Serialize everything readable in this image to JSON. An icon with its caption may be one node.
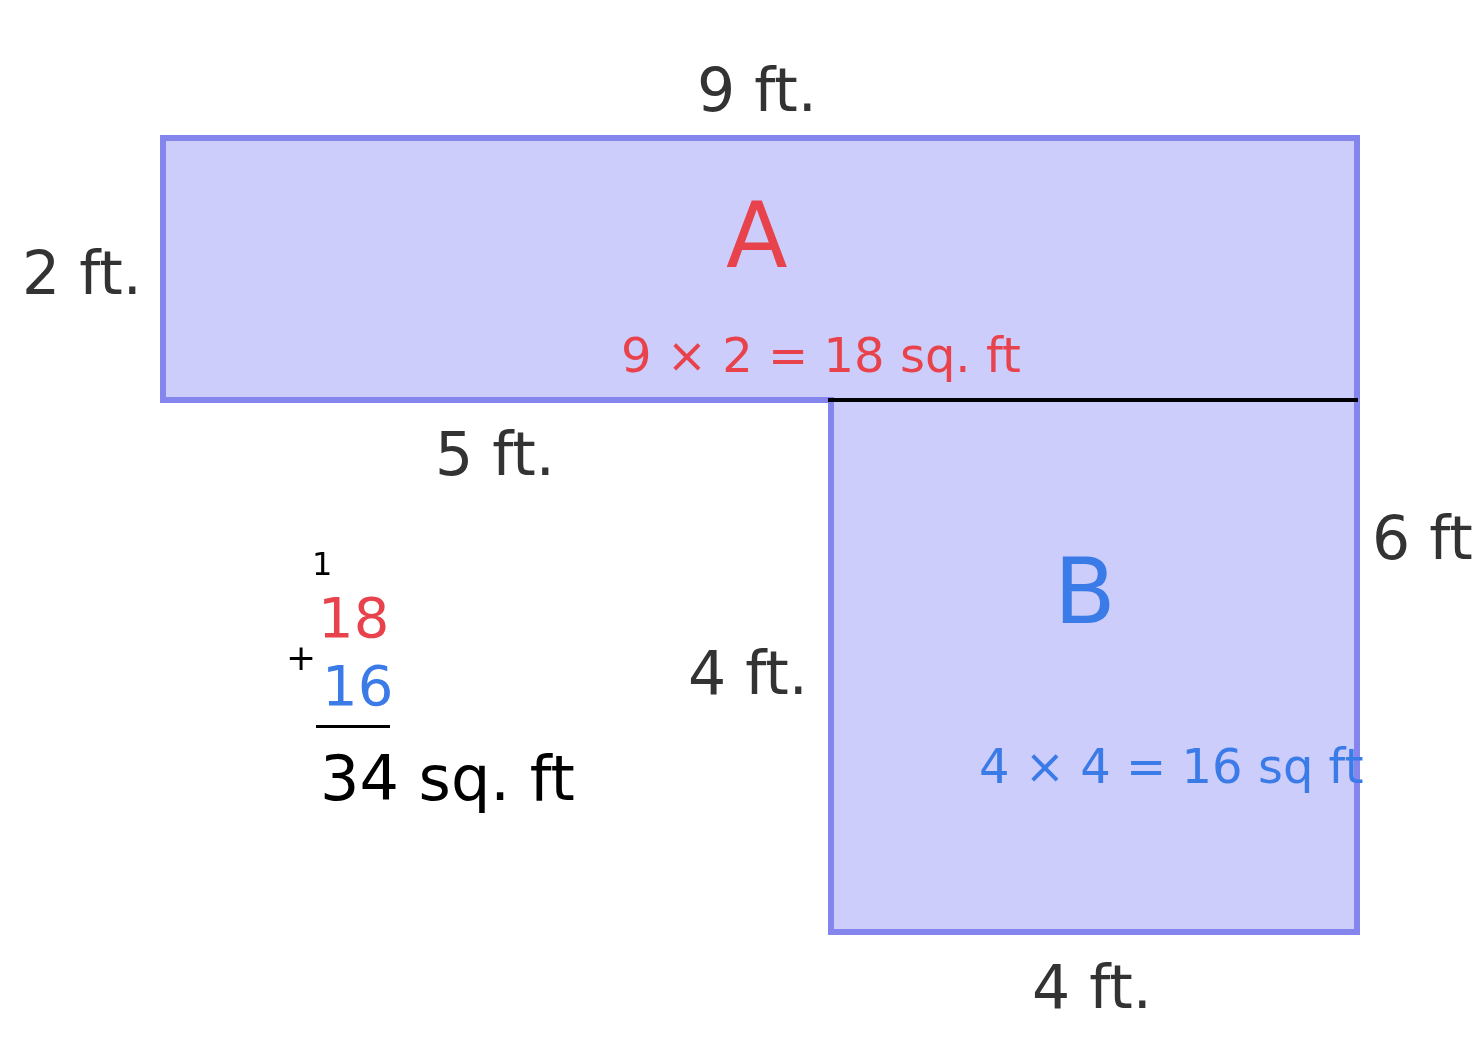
{
  "diagram": {
    "nodes": [
      {
        "text": [
          "A",
          "9 × 2 = 18 sq. ft"
        ]
      },
      {
        "text": [
          "B",
          "4 × 4 = 16 sq ft"
        ]
      }
    ],
    "labels": [
      "9 ft.",
      "2 ft.",
      "5 ft.",
      "6 ft",
      "4 ft.",
      "4 ft.",
      "1",
      "18",
      "+",
      "16",
      "34 sq. ft"
    ]
  }
}
